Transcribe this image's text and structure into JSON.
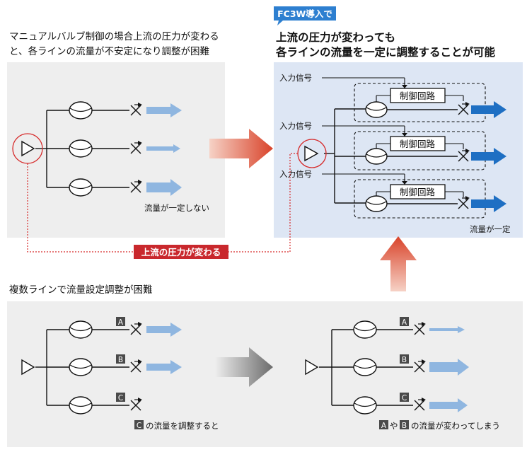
{
  "left_heading": {
    "line1": "マニュアルバルブ制御の場合上流の圧力が変わる",
    "line2": "と、各ラインの流量が不安定になり調整が困難"
  },
  "badge": {
    "label": "FC3W導入で"
  },
  "right_heading": {
    "line1": "上流の圧力が変わっても",
    "line2": "各ラインの流量を一定に調整することが可能"
  },
  "input_signal_label": "入力信号",
  "control_circuit_label": "制御回路",
  "flow_unstable_label": "流量が一定しない",
  "flow_constant_label": "流量が一定",
  "pressure_change_label": "上流の圧力が変わる",
  "bottom_heading": "複数ラインで流量設定調整が困難",
  "line_tags": [
    "A",
    "B",
    "C"
  ],
  "caption_left": {
    "tag": "C",
    "text": "の流量を調整すると"
  },
  "caption_right": {
    "tag_a": "A",
    "mid": "や",
    "tag_b": "B",
    "text": "の流量が変わってしまう"
  },
  "colors": {
    "panel_gray": "#eeeeee",
    "panel_blue": "#dde6f4",
    "arrow_light_blue": "#8fb6e0",
    "arrow_dark_blue": "#1e6fc3",
    "badge_blue": "#2d7fd0",
    "label_red": "#c9282d",
    "dotted_red": "#d62a2a",
    "tag_gray": "#4a4a4a"
  }
}
